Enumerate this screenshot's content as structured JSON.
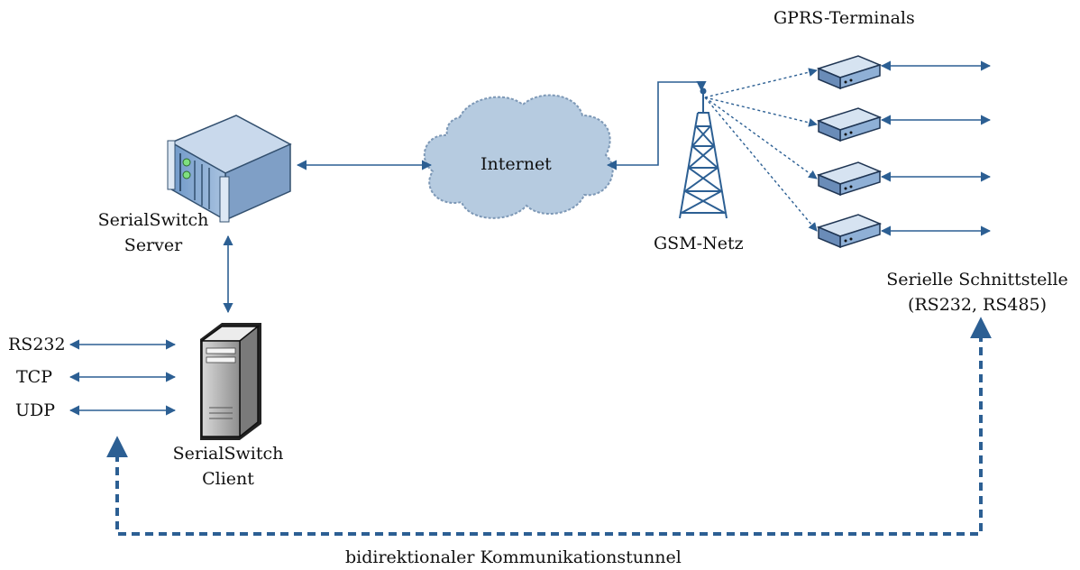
{
  "labels": {
    "gprs_terminals": "GPRS-Terminals",
    "internet": "Internet",
    "gsm_netz": "GSM-Netz",
    "server_line1": "SerialSwitch",
    "server_line2": "Server",
    "client_line1": "SerialSwitch",
    "client_line2": "Client",
    "serial_line1": "Serielle Schnittstelle",
    "serial_line2": "(RS232, RS485)",
    "rs232": "RS232",
    "tcp": "TCP",
    "udp": "UDP",
    "tunnel": "bidirektionaler Kommunikationstunnel"
  },
  "colors": {
    "arrow": "#2c5f93",
    "cloud_fill": "#b6cbe0",
    "cloud_stroke": "#7d98b6",
    "tower": "#2c5f93",
    "device_blue": "#9bb7d8",
    "client_gray": "#b9b9b9"
  }
}
